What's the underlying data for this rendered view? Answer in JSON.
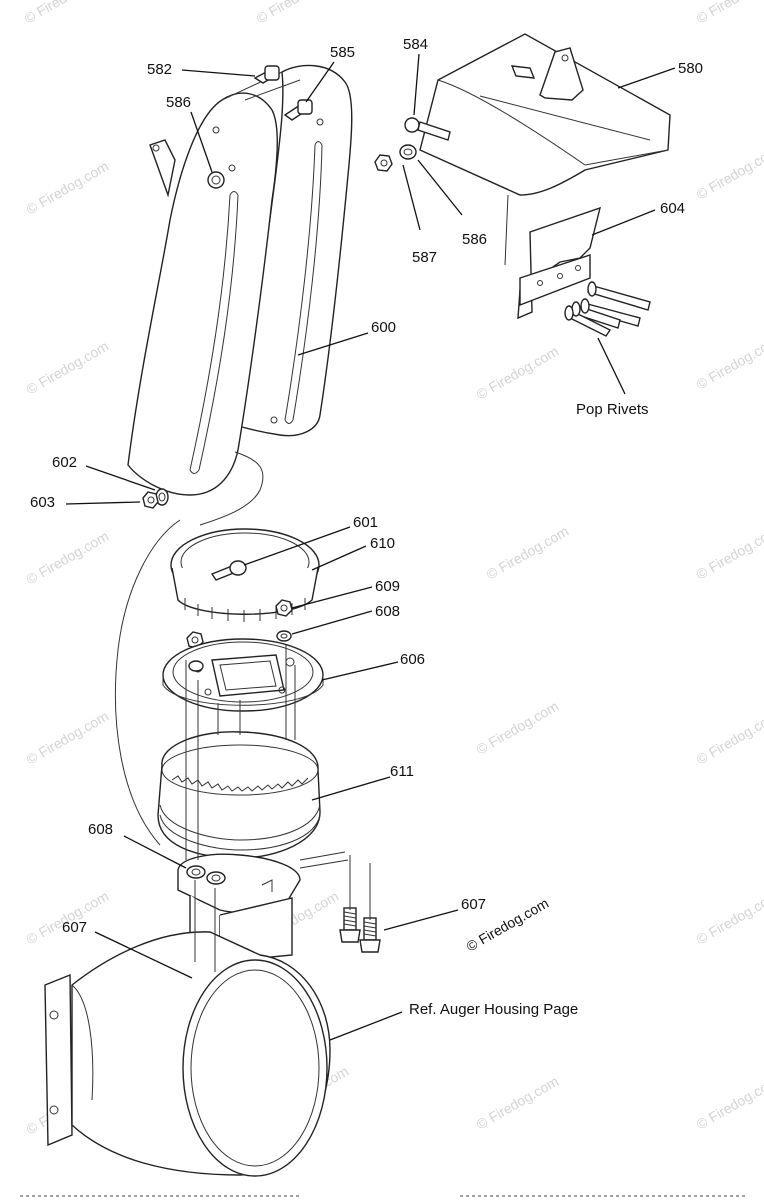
{
  "watermark": "© Firedog.com",
  "copyright": "© Firedog.com",
  "labels": {
    "p580": "580",
    "p582": "582",
    "p584": "584",
    "p585": "585",
    "p586a": "586",
    "p586b": "586",
    "p587": "587",
    "p600": "600",
    "p601": "601",
    "p602": "602",
    "p603": "603",
    "p604": "604",
    "p606": "606",
    "p607a": "607",
    "p607b": "607",
    "p608a": "608",
    "p608b": "608",
    "p609": "609",
    "p610": "610",
    "p611": "611",
    "pop_rivets": "Pop Rivets",
    "auger_ref": "Ref. Auger Housing Page"
  }
}
